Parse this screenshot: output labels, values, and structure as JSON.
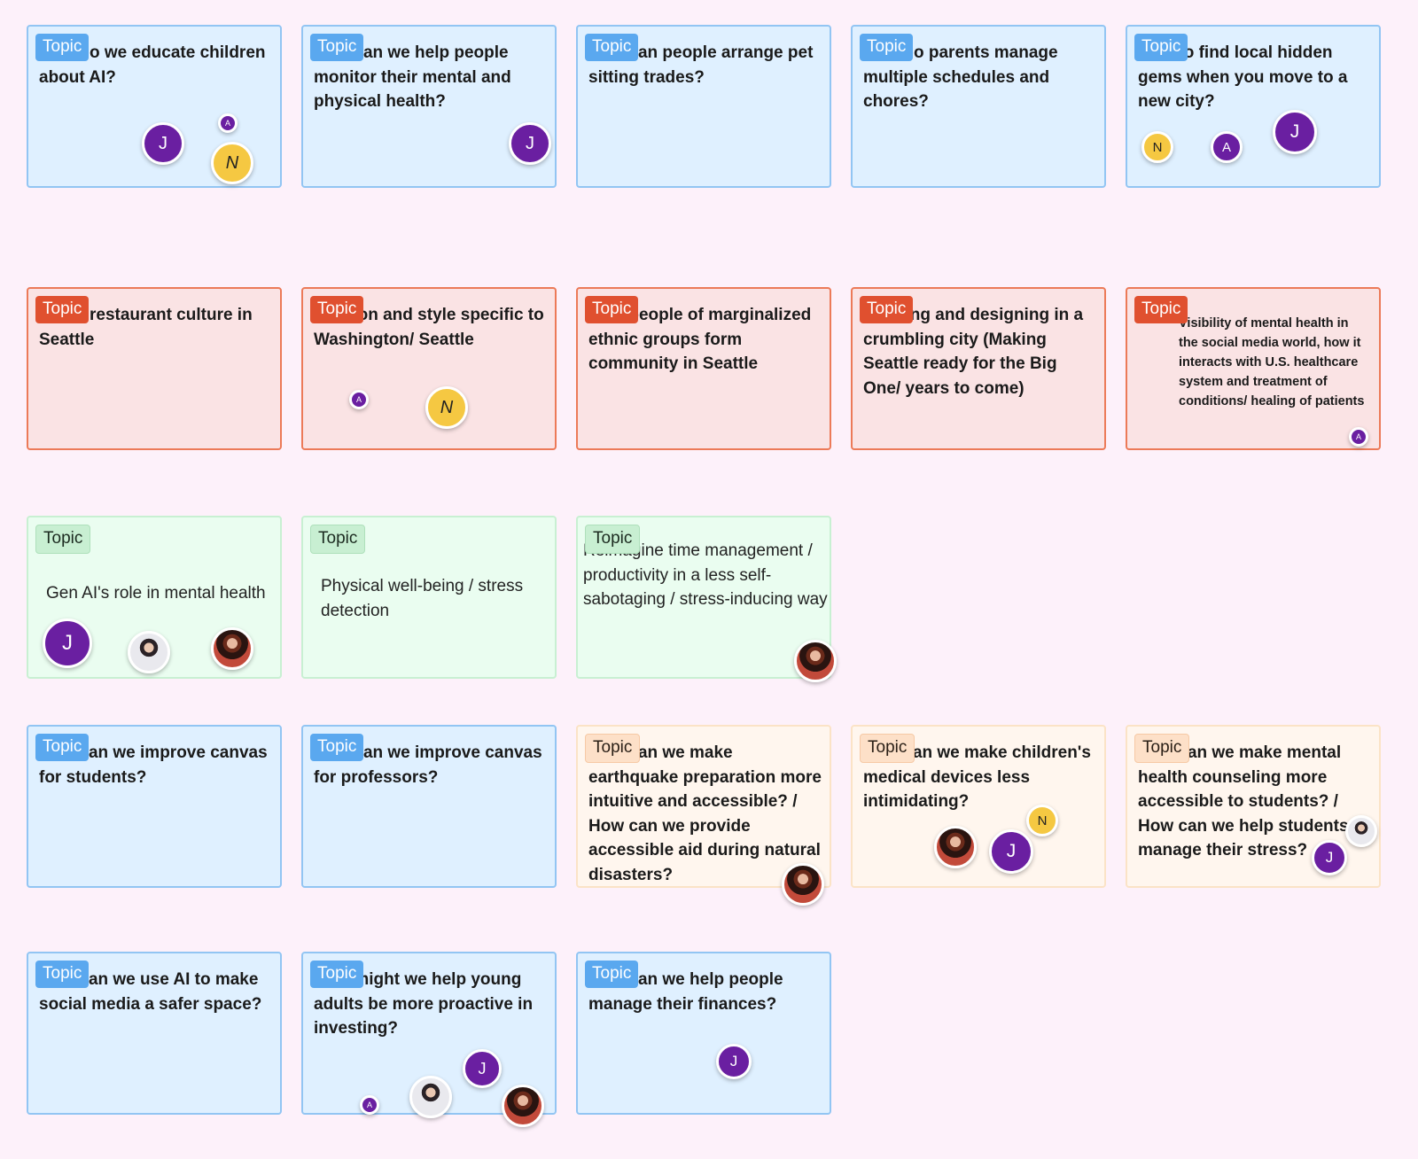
{
  "cards": [
    {
      "color": "blue",
      "tag": "Topic",
      "style": "bold",
      "text": "How do we educate children about AI?"
    },
    {
      "color": "blue",
      "tag": "Topic",
      "style": "bold",
      "text": "How can we help people monitor their mental and physical health?"
    },
    {
      "color": "blue",
      "tag": "Topic",
      "style": "bold",
      "text": "How can people arrange pet sitting trades?"
    },
    {
      "color": "blue",
      "tag": "Topic",
      "style": "bold",
      "text": "How do parents manage multiple schedules and chores?"
    },
    {
      "color": "blue",
      "tag": "Topic",
      "style": "bold",
      "text": "How to find local hidden gems when you move to a new city?"
    },
    {
      "color": "red",
      "tag": "Topic",
      "style": "bold",
      "text": "Food/ restaurant culture in Seattle"
    },
    {
      "color": "red",
      "tag": "Topic",
      "style": "bold",
      "text": "Fashion and style specific to Washington/ Seattle"
    },
    {
      "color": "red",
      "tag": "Topic",
      "style": "bold",
      "text": "How people of marginalized ethnic groups form community in Seattle"
    },
    {
      "color": "red",
      "tag": "Topic",
      "style": "bold",
      "text": "Refining and designing in a crumbling city (Making Seattle ready for the Big One/ years to come)"
    },
    {
      "color": "red",
      "tag": "Topic",
      "style": "small",
      "text": "Visibility of mental health in the social media world, how it interacts with U.S. healthcare system and treatment of conditions/ healing of patients"
    },
    {
      "color": "green",
      "tag": "Topic",
      "style": "regular",
      "text": "Gen AI's role in mental health"
    },
    {
      "color": "green",
      "tag": "Topic",
      "style": "regular",
      "text": "Physical well-being / stress detection"
    },
    {
      "color": "green",
      "tag": "Topic",
      "style": "regular",
      "text": "Reimagine time management / productivity in a less self-sabotaging / stress-inducing way"
    },
    {
      "color": "blue",
      "tag": "Topic",
      "style": "bold",
      "text": "How can we improve canvas for students?"
    },
    {
      "color": "blue",
      "tag": "Topic",
      "style": "bold",
      "text": "How can we improve canvas for professors?"
    },
    {
      "color": "cream",
      "tag": "Topic",
      "style": "bold",
      "text": "How can we make earthquake preparation more intuitive and accessible? / How can we provide accessible aid during natural disasters?"
    },
    {
      "color": "cream",
      "tag": "Topic",
      "style": "bold",
      "text": "How can we make children's medical devices less intimidating?"
    },
    {
      "color": "cream",
      "tag": "Topic",
      "style": "bold",
      "text": "How can we make mental health counseling more accessible to students? / How can we help students manage their stress?"
    },
    {
      "color": "blue",
      "tag": "Topic",
      "style": "bold",
      "text": "How can we use AI to make social media a safer space?"
    },
    {
      "color": "blue",
      "tag": "Topic",
      "style": "bold",
      "text": "How might we help young adults be more proactive in investing?"
    },
    {
      "color": "blue",
      "tag": "Topic",
      "style": "bold",
      "text": "How can we help people manage their finances?"
    }
  ],
  "avatars": {
    "j": {
      "initial": "J"
    },
    "a": {
      "initial": "A"
    },
    "n": {
      "initial": "N"
    }
  },
  "votes": [
    {
      "card": 0,
      "user": "j"
    },
    {
      "card": 0,
      "user": "a"
    },
    {
      "card": 0,
      "user": "n"
    },
    {
      "card": 1,
      "user": "j"
    },
    {
      "card": 4,
      "user": "n"
    },
    {
      "card": 4,
      "user": "a"
    },
    {
      "card": 4,
      "user": "j"
    },
    {
      "card": 6,
      "user": "a"
    },
    {
      "card": 6,
      "user": "n"
    },
    {
      "card": 9,
      "user": "a"
    },
    {
      "card": 10,
      "user": "j"
    },
    {
      "card": 10,
      "user": "photo2"
    },
    {
      "card": 10,
      "user": "photo1"
    },
    {
      "card": 12,
      "user": "photo1"
    },
    {
      "card": 15,
      "user": "photo1"
    },
    {
      "card": 16,
      "user": "photo1"
    },
    {
      "card": 16,
      "user": "j"
    },
    {
      "card": 16,
      "user": "n"
    },
    {
      "card": 17,
      "user": "photo2"
    },
    {
      "card": 17,
      "user": "j"
    },
    {
      "card": 19,
      "user": "j"
    },
    {
      "card": 19,
      "user": "photo2"
    },
    {
      "card": 19,
      "user": "a"
    },
    {
      "card": 19,
      "user": "photo1"
    },
    {
      "card": 20,
      "user": "j"
    }
  ]
}
